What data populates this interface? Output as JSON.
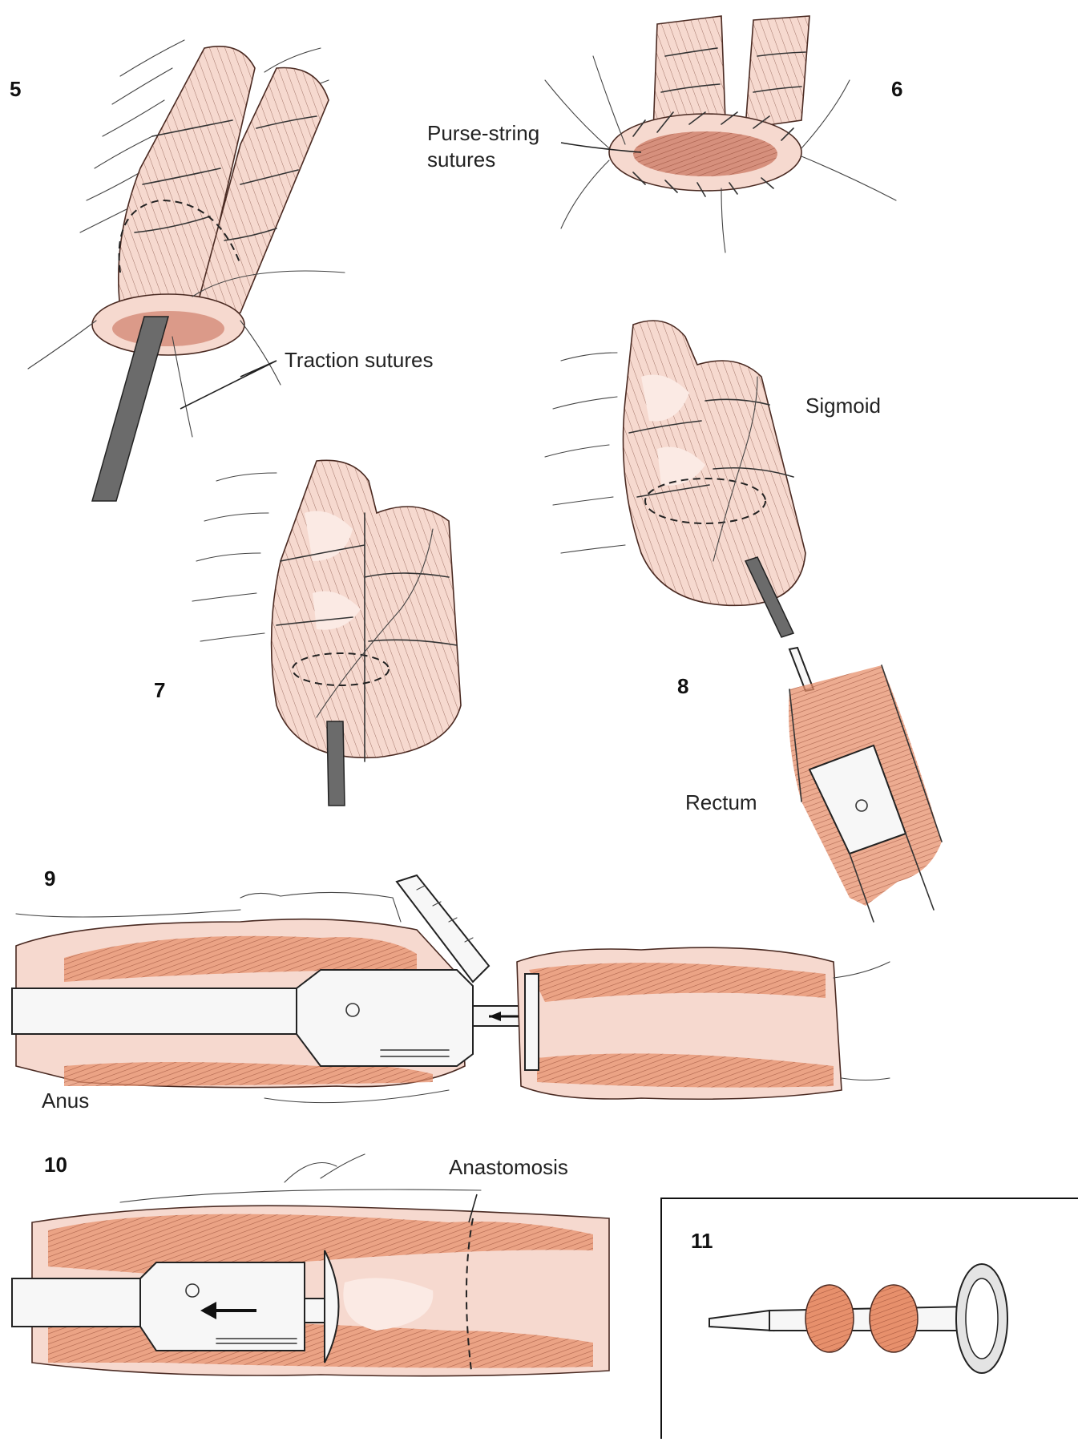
{
  "panels": [
    {
      "number": "5",
      "labels": [
        "Traction sutures"
      ]
    },
    {
      "number": "6",
      "labels": [
        "Purse-string",
        "sutures"
      ]
    },
    {
      "number": "7",
      "labels": []
    },
    {
      "number": "8",
      "labels": [
        "Sigmoid",
        "Rectum"
      ]
    },
    {
      "number": "9",
      "labels": [
        "Anus"
      ]
    },
    {
      "number": "10",
      "labels": [
        "Anastomosis"
      ]
    },
    {
      "number": "11",
      "labels": []
    }
  ],
  "colors": {
    "tissue": "#f6d9cf",
    "tissue_shade": "#e7906c",
    "ink": "#333333",
    "instrument_shaft": "#6b6b6b"
  }
}
